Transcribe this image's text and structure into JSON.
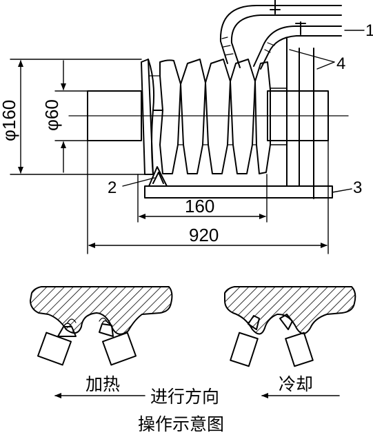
{
  "dimensions": {
    "outer_diameter": "φ160",
    "inner_diameter": "φ60",
    "thread_length": "160",
    "total_length": "920"
  },
  "callouts": [
    "1",
    "2",
    "3",
    "4"
  ],
  "labels": {
    "heating": "加热",
    "cooling": "冷却",
    "direction": "进行方向",
    "caption": "操作示意图"
  }
}
